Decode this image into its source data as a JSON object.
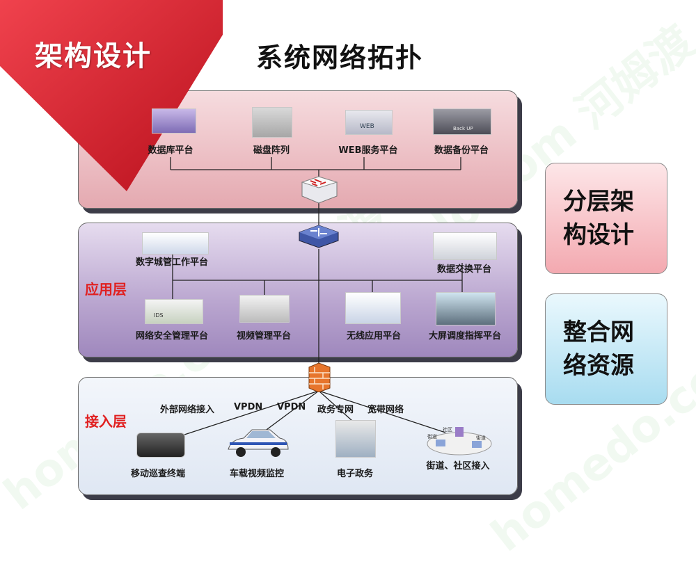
{
  "corner_badge": "架构设计",
  "title": "系统网络拓扑",
  "layers": {
    "app_label": "应用层",
    "access_label": "接入层"
  },
  "top_nodes": [
    "数据库平台",
    "磁盘阵列",
    "WEB服务平台",
    "数据备份平台"
  ],
  "app_nodes": {
    "city": "数字城管工作平台",
    "exchange": "数据交换平台",
    "netsec": "网络安全管理平台",
    "video": "视频管理平台",
    "wireless": "无线应用平台",
    "bigscreen": "大屏调度指挥平台"
  },
  "access_links": [
    "外部网络接入",
    "VPDN",
    "VPDN",
    "政务专网",
    "宽带网络"
  ],
  "access_nodes": {
    "mobile": "移动巡查终端",
    "car": "车载视频监控",
    "egov": "电子政务",
    "street": "街道、社区接入"
  },
  "image_captions": {
    "backup": "Back UP",
    "web": "WEB",
    "ids": "IDS",
    "community": "社区",
    "street1": "街道",
    "street2": "街道"
  },
  "side_boxes": [
    "分层架构设计",
    "整合网络资源"
  ],
  "watermark": "homedo.com 河姆渡"
}
